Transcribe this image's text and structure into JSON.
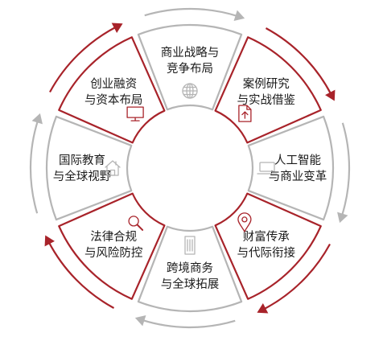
{
  "diagram": {
    "segments": [
      {
        "line1": "商业战略与",
        "line2": "竞争布局",
        "icon": "globe-icon",
        "border": "gray",
        "arrow": "gray"
      },
      {
        "line1": "案例研究",
        "line2": "与实战借鉴",
        "icon": "document-upload-icon",
        "border": "red",
        "arrow": "red"
      },
      {
        "line1": "人工智能",
        "line2": "与商业变革",
        "icon": "laptop-icon",
        "border": "gray",
        "arrow": "gray"
      },
      {
        "line1": "财富传承",
        "line2": "与代际衔接",
        "icon": "location-pin-icon",
        "border": "red",
        "arrow": "red"
      },
      {
        "line1": "跨境商务",
        "line2": "与全球拓展",
        "icon": "building-icon",
        "border": "gray",
        "arrow": "gray"
      },
      {
        "line1": "法律合规",
        "line2": "与风险防控",
        "icon": "magnifier-icon",
        "border": "red",
        "arrow": "red"
      },
      {
        "line1": "国际教育",
        "line2": "与全球视野",
        "icon": "house-icon",
        "border": "gray",
        "arrow": "gray"
      },
      {
        "line1": "创业融资",
        "line2": "与资本布局",
        "icon": "monitor-icon",
        "border": "red",
        "arrow": "red"
      }
    ],
    "colors": {
      "red": "#a8232a",
      "gray": "#b5b5b5",
      "text": "#1a1a1a"
    }
  }
}
